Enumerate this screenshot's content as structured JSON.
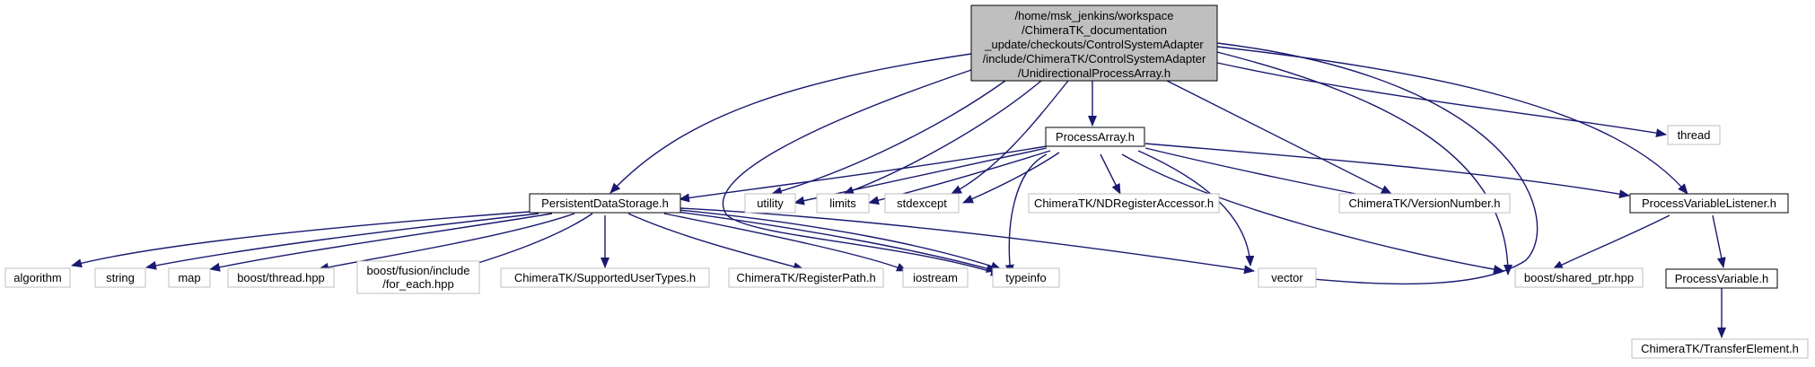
{
  "root": {
    "lines": [
      "/home/msk_jenkins/workspace",
      "/ChimeraTK_documentation",
      "_update/checkouts/ControlSystemAdapter",
      "/include/ChimeraTK/ControlSystemAdapter",
      "/UnidirectionalProcessArray.h"
    ]
  },
  "nodes": {
    "processarray": "ProcessArray.h",
    "thread": "thread",
    "persistent": "PersistentDataStorage.h",
    "utility": "utility",
    "limits": "limits",
    "stdexcept": "stdexcept",
    "ndregister": "ChimeraTK/NDRegisterAccessor.h",
    "versionnumber": "ChimeraTK/VersionNumber.h",
    "pvlistener": "ProcessVariableListener.h",
    "algorithm": "algorithm",
    "string": "string",
    "map": "map",
    "boostthread": "boost/thread.hpp",
    "boostfusion": [
      "boost/fusion/include",
      "/for_each.hpp"
    ],
    "supportedtypes": "ChimeraTK/SupportedUserTypes.h",
    "registerpath": "ChimeraTK/RegisterPath.h",
    "iostream": "iostream",
    "typeinfo": "typeinfo",
    "vector": "vector",
    "sharedptr": "boost/shared_ptr.hpp",
    "processvariable": "ProcessVariable.h",
    "transferelement": "ChimeraTK/TransferElement.h"
  },
  "colors": {
    "edge": "#191970",
    "root_fill": "#bfbfbf",
    "local_border": "#000000",
    "external_border": "#bfbfbf"
  }
}
